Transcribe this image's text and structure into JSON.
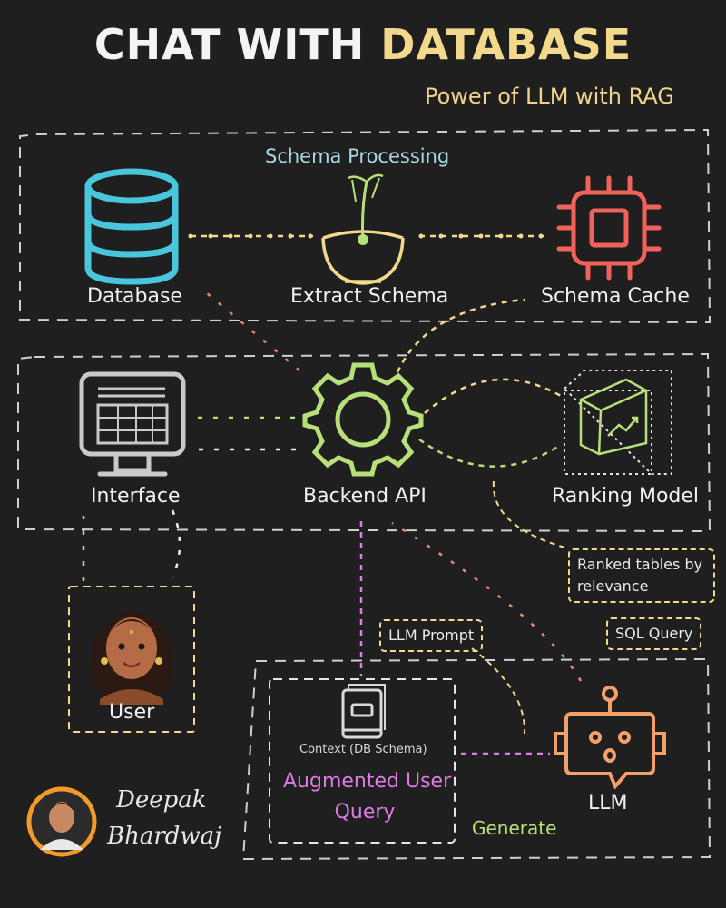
{
  "title": {
    "part1": "CHAT WITH",
    "part2": "DATABASE"
  },
  "subtitle": "Power of LLM with RAG",
  "schema_processing_label": "Schema Processing",
  "nodes": {
    "database": "Database",
    "extract_schema": "Extract Schema",
    "schema_cache": "Schema Cache",
    "interface": "Interface",
    "backend_api": "Backend API",
    "ranking_model": "Ranking Model",
    "user": "User",
    "llm": "LLM",
    "context": "Context (DB Schema)",
    "augmented_query_line1": "Augmented User",
    "augmented_query_line2": "Query"
  },
  "tags": {
    "ranked_tables_line1": "Ranked tables by",
    "ranked_tables_line2": "relevance",
    "sql_query": "SQL Query",
    "llm_prompt": "LLM Prompt",
    "generate": "Generate"
  },
  "author": {
    "line1": "Deepak",
    "line2": "Bhardwaj"
  },
  "colors": {
    "background": "#1f1f1f",
    "yellow": "#f3d98b",
    "cyan": "#49c6dc",
    "red": "#f0625a",
    "green": "#b7e07a",
    "purple": "#e07be6",
    "orange": "#f3a06a",
    "salmon": "#e88a74",
    "gray": "#c9c9c9"
  }
}
